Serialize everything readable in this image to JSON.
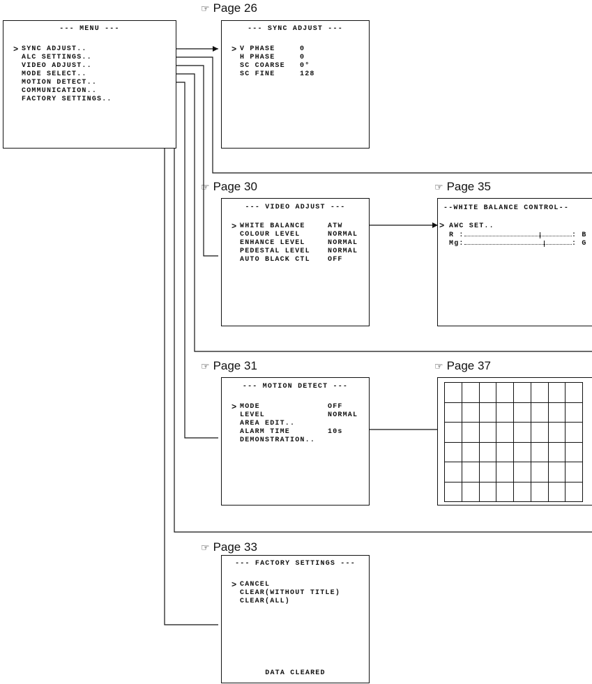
{
  "main_menu": {
    "title": "--- MENU ---",
    "items": [
      "SYNC ADJUST..",
      "ALC SETTINGS..",
      "VIDEO ADJUST..",
      "MODE SELECT..",
      "MOTION DETECT..",
      "COMMUNICATION..",
      "FACTORY SETTINGS.."
    ],
    "selected_index": 0
  },
  "sync_adjust": {
    "page_ref": "Page 26",
    "title": "--- SYNC ADJUST ---",
    "items": [
      {
        "label": "V PHASE",
        "value": "0"
      },
      {
        "label": "H PHASE",
        "value": "0"
      },
      {
        "label": "SC COARSE",
        "value": "0°"
      },
      {
        "label": "SC FINE",
        "value": "128"
      }
    ]
  },
  "video_adjust": {
    "page_ref": "Page 30",
    "title": "--- VIDEO ADJUST ---",
    "items": [
      {
        "label": "WHITE BALANCE",
        "value": "ATW"
      },
      {
        "label": "COLOUR LEVEL",
        "value": "NORMAL"
      },
      {
        "label": "ENHANCE LEVEL",
        "value": "NORMAL"
      },
      {
        "label": "PEDESTAL LEVEL",
        "value": "NORMAL"
      },
      {
        "label": "AUTO BLACK CTL",
        "value": "OFF"
      }
    ]
  },
  "white_balance": {
    "page_ref": "Page 35",
    "title": "--WHITE BALANCE CONTROL--",
    "awc_label": "AWC SET..",
    "sliders": [
      {
        "left": "R :",
        "right": ": B",
        "position": 0.7
      },
      {
        "left": "Mg:",
        "right": ": G",
        "position": 0.74
      }
    ]
  },
  "motion_detect": {
    "page_ref": "Page 31",
    "title": "--- MOTION DETECT ---",
    "items": [
      {
        "label": "MODE",
        "value": "OFF"
      },
      {
        "label": "LEVEL",
        "value": "NORMAL"
      },
      {
        "label": "AREA EDIT..",
        "value": ""
      },
      {
        "label": "ALARM TIME",
        "value": "10s"
      },
      {
        "label": "DEMONSTRATION..",
        "value": ""
      }
    ]
  },
  "area_grid": {
    "page_ref": "Page 37",
    "columns": 8,
    "rows": 6
  },
  "factory_settings": {
    "page_ref": "Page 33",
    "title": "--- FACTORY SETTINGS ---",
    "items": [
      "CANCEL",
      "CLEAR(WITHOUT TITLE)",
      "CLEAR(ALL)"
    ],
    "status": "DATA CLEARED"
  },
  "icons": {
    "page_ref_icon": "pointing-hand-icon",
    "cursor_icon": "caret-right-icon"
  },
  "page_ref_glyph": "☞",
  "cursor_glyph": ">"
}
